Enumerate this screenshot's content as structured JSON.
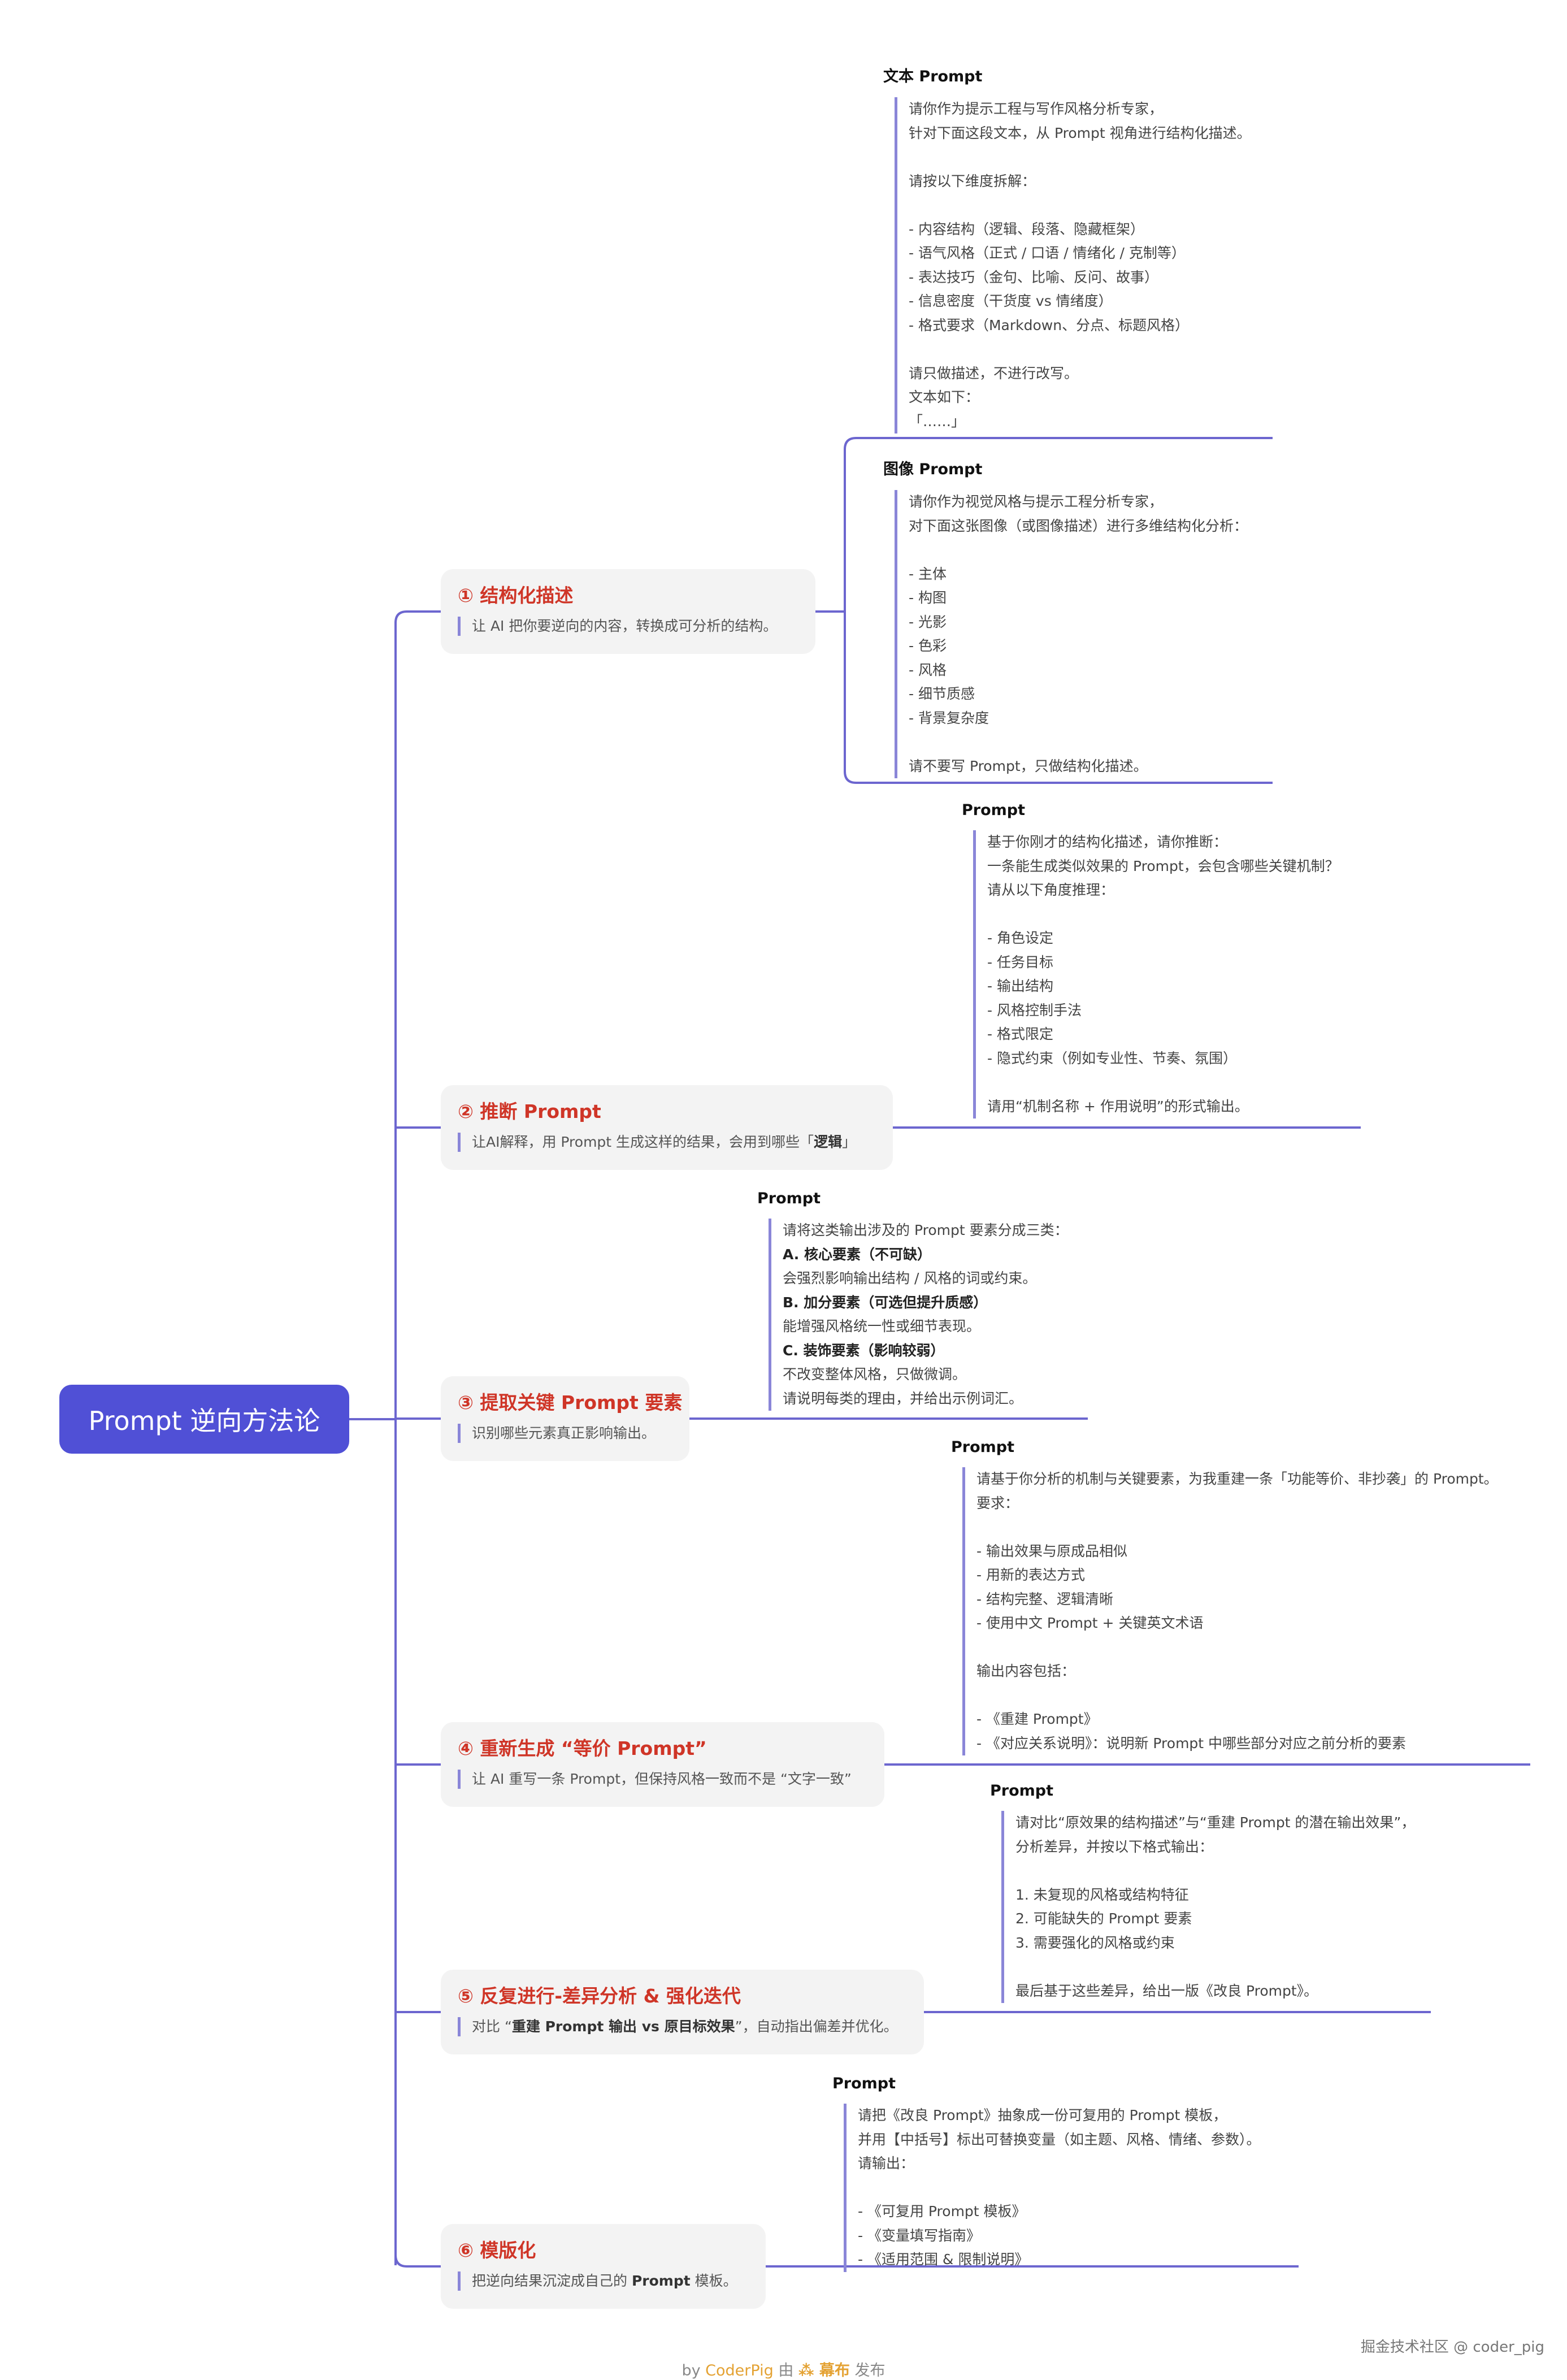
{
  "root": {
    "label": "Prompt 逆向方法论"
  },
  "branches": [
    {
      "title": "① 结构化描述",
      "desc": "让 AI 把你要逆向的内容，转换成可分析的结构。"
    },
    {
      "title": "② 推断 Prompt",
      "desc_pre": "让AI解释，用 Prompt 生成这样的结果，会用到哪些「",
      "desc_bold": "逻辑",
      "desc_post": "」"
    },
    {
      "title": "③ 提取关键 Prompt 要素",
      "desc": "识别哪些元素真正影响输出。"
    },
    {
      "title": "④ 重新生成 “等价 Prompt”",
      "desc": "让 AI 重写一条 Prompt，但保持风格一致而不是 “文字一致”"
    },
    {
      "title": "⑤ 反复进行-差异分析 & 强化迭代",
      "desc_pre": "对比 “",
      "desc_bold": "重建 Prompt 输出 vs 原目标效果",
      "desc_post": "”，自动指出偏差并优化。"
    },
    {
      "title": "⑥ 模版化",
      "desc_pre": "把逆向结果沉淀成自己的 ",
      "desc_bold": "Prompt",
      "desc_post": " 模板。"
    }
  ],
  "notes": [
    {
      "title": "文本 Prompt",
      "lines": [
        "请你作为提示工程与写作风格分析专家，",
        "针对下面这段文本，从 Prompt 视角进行结构化描述。",
        "",
        "请按以下维度拆解：",
        "",
        "- 内容结构（逻辑、段落、隐藏框架）",
        "- 语气风格（正式 / 口语 / 情绪化 / 克制等）",
        "- 表达技巧（金句、比喻、反问、故事）",
        "- 信息密度（干货度 vs 情绪度）",
        "- 格式要求（Markdown、分点、标题风格）",
        "",
        "请只做描述，不进行改写。",
        "文本如下：",
        "「……」"
      ]
    },
    {
      "title": "图像 Prompt",
      "lines": [
        "请你作为视觉风格与提示工程分析专家，",
        "对下面这张图像（或图像描述）进行多维结构化分析：",
        "",
        "- 主体",
        "- 构图",
        "- 光影",
        "- 色彩",
        "- 风格",
        "- 细节质感",
        "- 背景复杂度",
        "",
        "请不要写 Prompt，只做结构化描述。"
      ]
    },
    {
      "title": "Prompt",
      "lines": [
        "基于你刚才的结构化描述，请你推断：",
        "一条能生成类似效果的 Prompt，会包含哪些关键机制？",
        "请从以下角度推理：",
        "",
        "- 角色设定",
        "- 任务目标",
        "- 输出结构",
        "- 风格控制手法",
        "- 格式限定",
        "- 隐式约束（例如专业性、节奏、氛围）",
        "",
        "请用“机制名称 + 作用说明”的形式输出。"
      ]
    },
    {
      "title": "Prompt",
      "lines": [
        "请将这类输出涉及的 Prompt 要素分成三类：",
        "A. 核心要素（不可缺）",
        "会强烈影响输出结构 / 风格的词或约束。",
        "B. 加分要素（可选但提升质感）",
        "能增强风格统一性或细节表现。",
        "C. 装饰要素（影响较弱）",
        "不改变整体风格，只做微调。",
        "请说明每类的理由，并给出示例词汇。"
      ],
      "bold_lines": [
        1,
        3,
        5
      ]
    },
    {
      "title": "Prompt",
      "lines": [
        "请基于你分析的机制与关键要素，为我重建一条「功能等价、非抄袭」的 Prompt。",
        "要求：",
        "",
        "- 输出效果与原成品相似",
        "- 用新的表达方式",
        "- 结构完整、逻辑清晰",
        "- 使用中文 Prompt + 关键英文术语",
        "",
        "输出内容包括：",
        "",
        "- 《重建 Prompt》",
        "- 《对应关系说明》：说明新 Prompt 中哪些部分对应之前分析的要素"
      ]
    },
    {
      "title": "Prompt",
      "lines": [
        "请对比“原效果的结构描述”与“重建 Prompt 的潜在输出效果”，",
        "分析差异，并按以下格式输出：",
        "",
        "1. 未复现的风格或结构特征",
        "2. 可能缺失的 Prompt 要素",
        "3. 需要强化的风格或约束",
        "",
        "最后基于这些差异，给出一版《改良 Prompt》。"
      ]
    },
    {
      "title": "Prompt",
      "lines": [
        "请把《改良 Prompt》抽象成一份可复用的 Prompt 模板，",
        "并用【中括号】标出可替换变量（如主题、风格、情绪、参数）。",
        "请输出：",
        "",
        "- 《可复用 Prompt 模板》",
        "- 《变量填写指南》",
        "- 《适用范围 & 限制说明》"
      ]
    }
  ],
  "footer": {
    "prefix": "by ",
    "author": "CoderPig",
    "mid": " 由 ",
    "icon": "⁂",
    "tool": " 幕布",
    "suffix": " 发布"
  },
  "watermark": "掘金技术社区 @ coder_pig",
  "colors": {
    "line": "#6c66cf",
    "root": "#5050d6",
    "branch_title": "#cf3527"
  }
}
